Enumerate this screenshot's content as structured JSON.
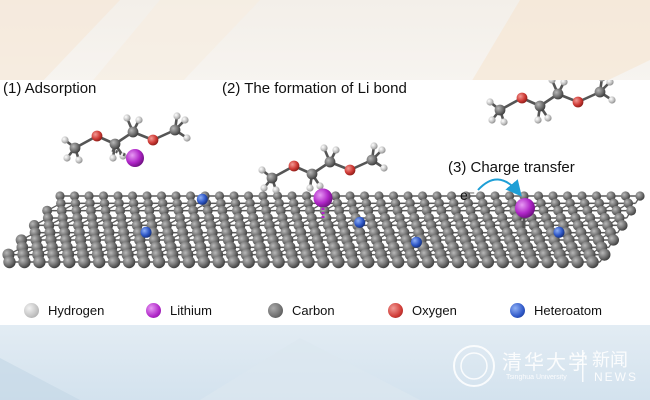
{
  "labels": {
    "step1": "(1) Adsorption",
    "step2": "(2) The formation of Li bond",
    "step3": "(3) Charge transfer",
    "electron": "e⁻"
  },
  "legend": [
    {
      "label": "Hydrogen",
      "color": "#c2c2c2"
    },
    {
      "label": "Lithium",
      "color": "#b026c8"
    },
    {
      "label": "Carbon",
      "color": "#6f6f6f"
    },
    {
      "label": "Oxygen",
      "color": "#cf3b36"
    },
    {
      "label": "Heteroatom",
      "color": "#2f58c8"
    }
  ],
  "colors": {
    "hydrogen": "#c2c2c2",
    "lithium": "#b026c8",
    "carbon": "#6f6f6f",
    "oxygen": "#cf3b36",
    "heteroatom": "#2f58c8",
    "arrow": "#1e9fd6"
  },
  "watermark": {
    "cn": "清华大学",
    "en": "Tsinghua University",
    "news_cn": "新闻",
    "news_en": "NEWS"
  }
}
